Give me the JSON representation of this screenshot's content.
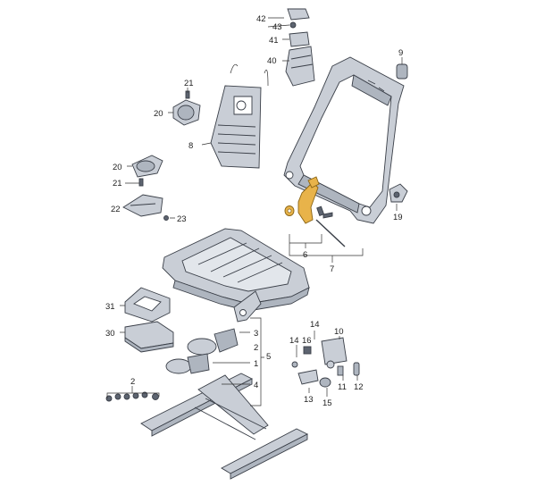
{
  "callouts": {
    "c1": "1",
    "c2a": "2",
    "c2b": "2",
    "c3": "3",
    "c4": "4",
    "c5": "5",
    "c6": "6",
    "c7": "7",
    "c8": "8",
    "c9": "9",
    "c11": "11",
    "c12": "12",
    "c13": "13",
    "c14a": "14",
    "c14b": "14",
    "c15": "15",
    "c16": "16",
    "c19": "19",
    "c20a": "20",
    "c20b": "20",
    "c21a": "21",
    "c21b": "21",
    "c22": "22",
    "c23": "23",
    "c30": "30",
    "c31": "31",
    "c40": "40",
    "c41": "41",
    "c42": "42",
    "c43": "43"
  },
  "colors": {
    "highlight": "#e8b34a",
    "metal": "#c9ced6",
    "outline": "#3a3f48"
  }
}
